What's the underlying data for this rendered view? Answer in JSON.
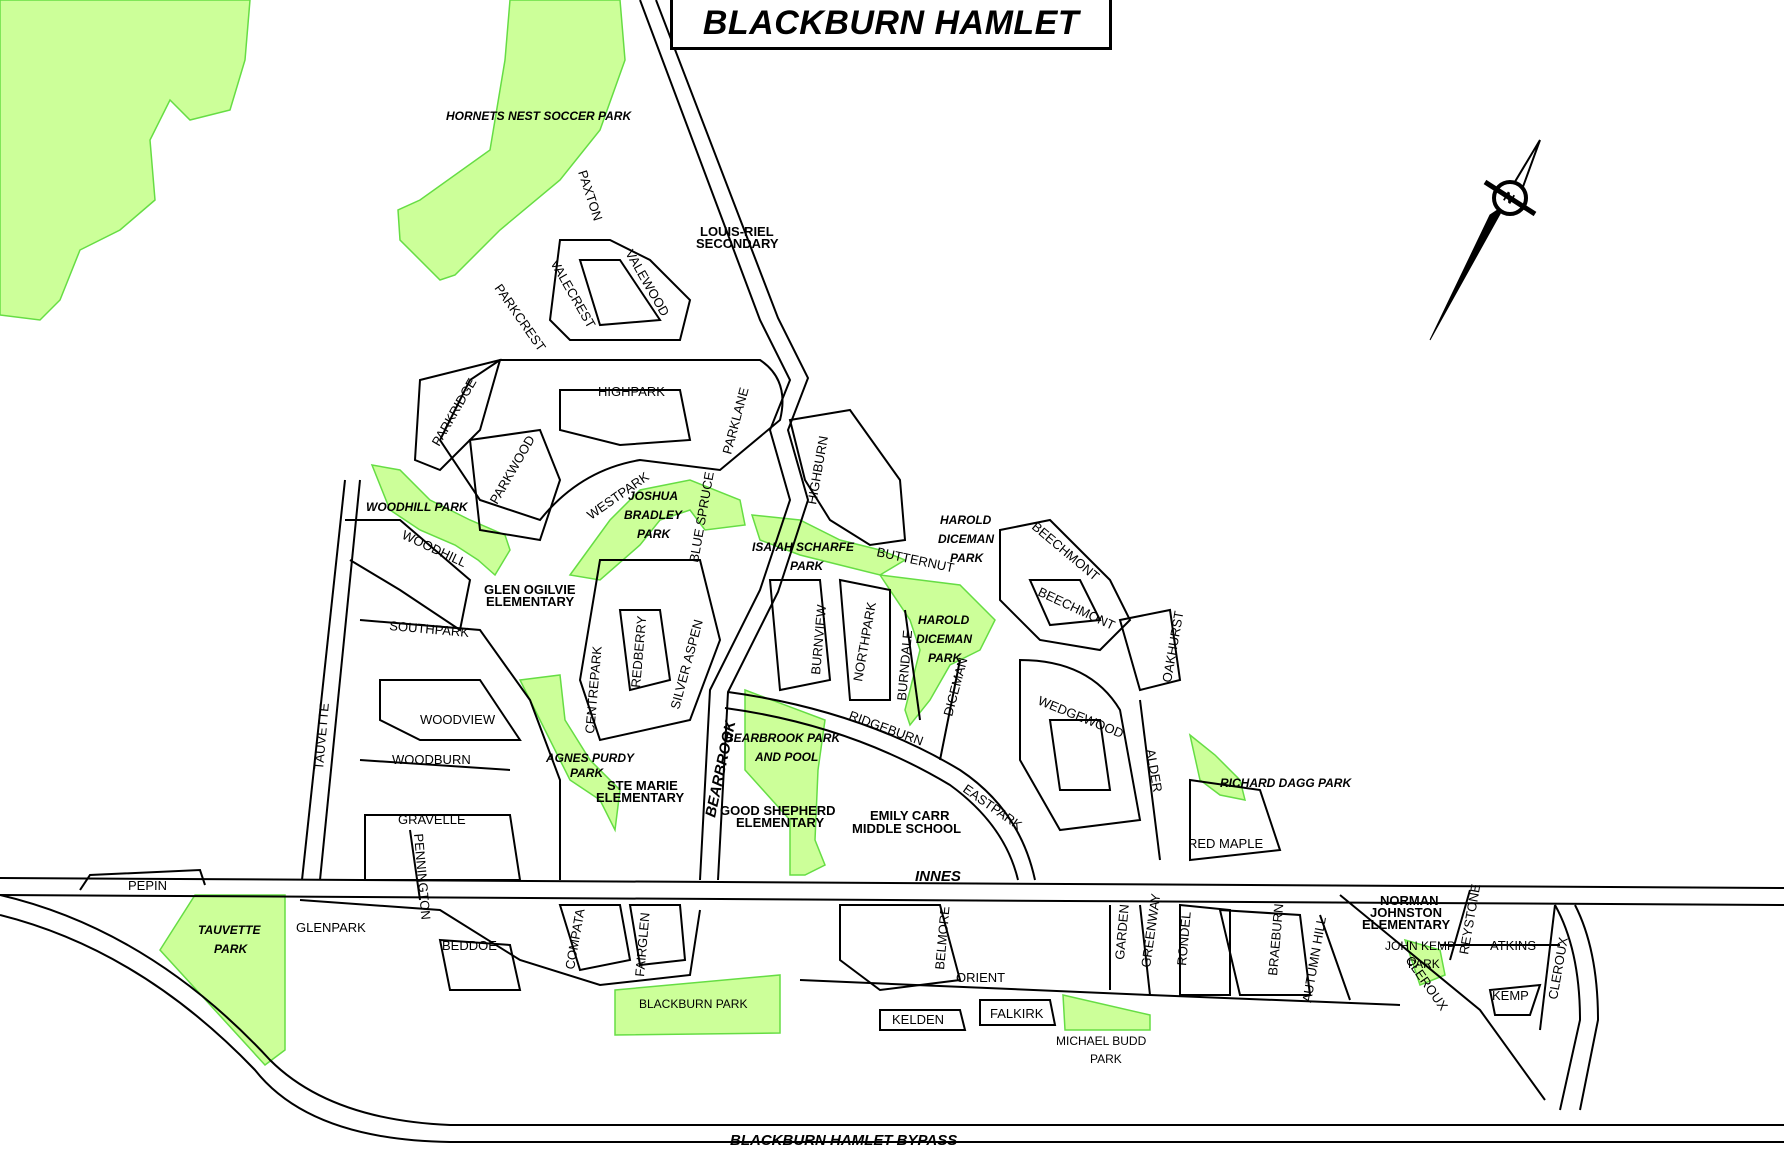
{
  "title": "BLACKBURN HAMLET",
  "colors": {
    "park_fill": "#ccff99",
    "park_stroke": "#66dd44",
    "road_stroke": "#000000",
    "background": "#ffffff"
  },
  "compass": {
    "icon": "north-arrow-icon",
    "letter": "N"
  },
  "major_roads": {
    "innes": "INNES",
    "bypass": "BLACKBURN HAMLET BYPASS",
    "bearbrook": "BEARBROOK"
  },
  "streets": {
    "paxton": "PAXTON",
    "valewood": "VALEWOOD",
    "valecrest": "VALECREST",
    "parkcrest": "PARKCREST",
    "highpark": "HIGHPARK",
    "parklane": "PARKLANE",
    "parkridge": "PARKRIDGE",
    "parkwood": "PARKWOOD",
    "westpark": "WESTPARK",
    "blue_spruce": "BLUE SPRUCE",
    "highburn": "HIGHBURN",
    "butternut": "BUTTERNUT",
    "woodhill": "WOODHILL",
    "southpark": "SOUTHPARK",
    "redberry": "REDBERRY",
    "centrepark": "CENTREPARK",
    "silver_aspen": "SILVER ASPEN",
    "burnview": "BURNVIEW",
    "northpark": "NORTHPARK",
    "burndale": "BURNDALE",
    "diceman": "DICEMAN",
    "beechmont": "BEECHMONT",
    "beechmont_2": "BEECHMONT",
    "oakhurst": "OAKHURST",
    "wedgewood": "WEDGEWOOD",
    "ridgeburn": "RIDGEBURN",
    "eastpark": "EASTPARK",
    "alder": "ALDER",
    "red_maple": "RED MAPLE",
    "woodview": "WOODVIEW",
    "woodburn": "WOODBURN",
    "tauvette": "TAUVETTE",
    "gravelle": "GRAVELLE",
    "pennington": "PENNINGTON",
    "pepin": "PEPIN",
    "glenpark": "GLENPARK",
    "beddoe": "BEDDOE",
    "compata": "COMPATA",
    "fairglen": "FAIRGLEN",
    "belmore": "BELMORE",
    "orient": "ORIENT",
    "kelden": "KELDEN",
    "falkirk": "FALKIRK",
    "garden": "GARDEN",
    "greenway": "GREENWAY",
    "rondel": "RONDEL",
    "braeburn": "BRAEBURN",
    "autumn_hill": "AUTUMN HILL",
    "reystone": "REYSTONE",
    "atkins": "ATKINS",
    "cleroux": "CLEROUX",
    "cleroux_2": "CLEROUX",
    "kemp": "KEMP"
  },
  "parks": {
    "hornets_nest": "HORNETS NEST SOCCER PARK",
    "woodhill": "WOODHILL PARK",
    "joshua_bradley": [
      "JOSHUA",
      "BRADLEY",
      "PARK"
    ],
    "isaiah_scharfe": [
      "ISAIAH SCHARFE",
      "PARK"
    ],
    "harold_diceman_1": [
      "HAROLD",
      "DICEMAN",
      "PARK"
    ],
    "harold_diceman_2": [
      "HAROLD",
      "DICEMAN",
      "PARK"
    ],
    "agnes_purdy": [
      "AGNES PURDY",
      "PARK"
    ],
    "bearbrook": [
      "BEARBROOK PARK",
      "AND POOL"
    ],
    "richard_dagg": "RICHARD DAGG PARK",
    "tauvette": [
      "TAUVETTE",
      "PARK"
    ],
    "blackburn": "BLACKBURN PARK",
    "michael_budd": [
      "MICHAEL BUDD",
      "PARK"
    ],
    "john_kemp": [
      "JOHN KEMP",
      "PARK"
    ]
  },
  "schools": {
    "louis_riel": [
      "LOUIS-RIEL",
      "SECONDARY"
    ],
    "glen_ogilvie": [
      "GLEN OGILVIE",
      "ELEMENTARY"
    ],
    "ste_marie": [
      "STE MARIE",
      "ELEMENTARY"
    ],
    "good_shepherd": [
      "GOOD SHEPHERD",
      "ELEMENTARY"
    ],
    "emily_carr": [
      "EMILY CARR",
      "MIDDLE SCHOOL"
    ],
    "norman_johnston": [
      "NORMAN",
      "JOHNSTON",
      "ELEMENTARY"
    ]
  }
}
